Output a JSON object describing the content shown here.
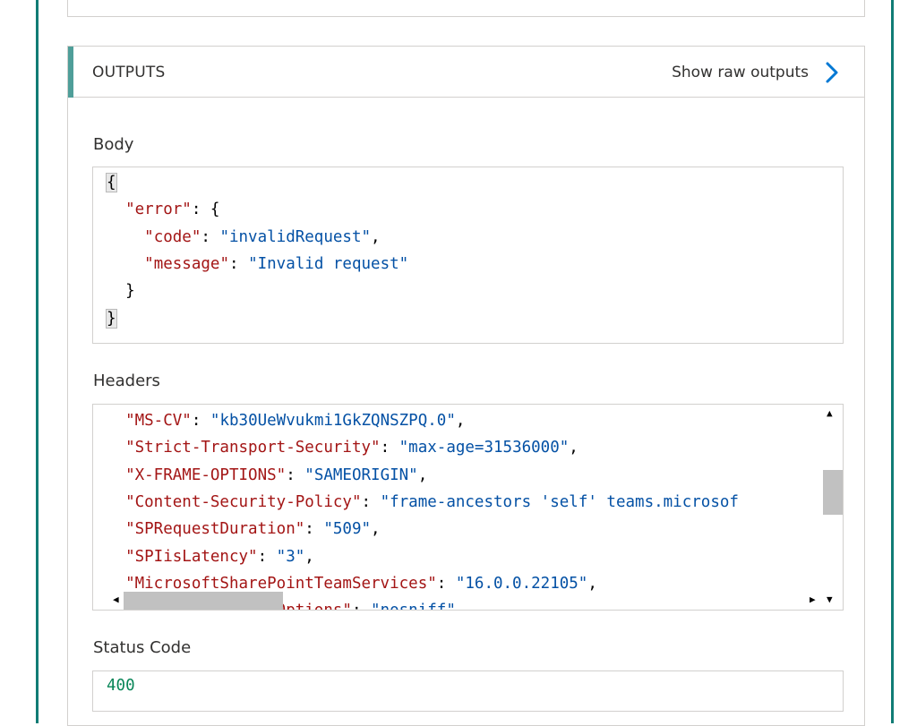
{
  "outputs": {
    "title": "OUTPUTS",
    "raw_link": "Show raw outputs"
  },
  "body_section": {
    "label": "Body",
    "lines": [
      [
        {
          "t": "p",
          "v": "{"
        }
      ],
      [
        {
          "t": "p",
          "v": "  "
        },
        {
          "t": "k",
          "v": "\"error\""
        },
        {
          "t": "p",
          "v": ": {"
        }
      ],
      [
        {
          "t": "p",
          "v": "    "
        },
        {
          "t": "k",
          "v": "\"code\""
        },
        {
          "t": "p",
          "v": ": "
        },
        {
          "t": "s",
          "v": "\"invalidRequest\""
        },
        {
          "t": "p",
          "v": ","
        }
      ],
      [
        {
          "t": "p",
          "v": "    "
        },
        {
          "t": "k",
          "v": "\"message\""
        },
        {
          "t": "p",
          "v": ": "
        },
        {
          "t": "s",
          "v": "\"Invalid request\""
        }
      ],
      [
        {
          "t": "p",
          "v": "  }"
        }
      ],
      [
        {
          "t": "p",
          "v": "}"
        }
      ]
    ]
  },
  "headers_section": {
    "label": "Headers",
    "lines": [
      [
        {
          "t": "p",
          "v": "  "
        },
        {
          "t": "k",
          "v": "\"MS-CV\""
        },
        {
          "t": "p",
          "v": ": "
        },
        {
          "t": "s",
          "v": "\"kb30UeWvukmi1GkZQNSZPQ.0\""
        },
        {
          "t": "p",
          "v": ","
        }
      ],
      [
        {
          "t": "p",
          "v": "  "
        },
        {
          "t": "k",
          "v": "\"Strict-Transport-Security\""
        },
        {
          "t": "p",
          "v": ": "
        },
        {
          "t": "s",
          "v": "\"max-age=31536000\""
        },
        {
          "t": "p",
          "v": ","
        }
      ],
      [
        {
          "t": "p",
          "v": "  "
        },
        {
          "t": "k",
          "v": "\"X-FRAME-OPTIONS\""
        },
        {
          "t": "p",
          "v": ": "
        },
        {
          "t": "s",
          "v": "\"SAMEORIGIN\""
        },
        {
          "t": "p",
          "v": ","
        }
      ],
      [
        {
          "t": "p",
          "v": "  "
        },
        {
          "t": "k",
          "v": "\"Content-Security-Policy\""
        },
        {
          "t": "p",
          "v": ": "
        },
        {
          "t": "s",
          "v": "\"frame-ancestors 'self' teams.microsof"
        }
      ],
      [
        {
          "t": "p",
          "v": "  "
        },
        {
          "t": "k",
          "v": "\"SPRequestDuration\""
        },
        {
          "t": "p",
          "v": ": "
        },
        {
          "t": "s",
          "v": "\"509\""
        },
        {
          "t": "p",
          "v": ","
        }
      ],
      [
        {
          "t": "p",
          "v": "  "
        },
        {
          "t": "k",
          "v": "\"SPIisLatency\""
        },
        {
          "t": "p",
          "v": ": "
        },
        {
          "t": "s",
          "v": "\"3\""
        },
        {
          "t": "p",
          "v": ","
        }
      ],
      [
        {
          "t": "p",
          "v": "  "
        },
        {
          "t": "k",
          "v": "\"MicrosoftSharePointTeamServices\""
        },
        {
          "t": "p",
          "v": ": "
        },
        {
          "t": "s",
          "v": "\"16.0.0.22105\""
        },
        {
          "t": "p",
          "v": ","
        }
      ],
      [
        {
          "t": "p",
          "v": "  "
        },
        {
          "t": "k",
          "v": "\"X-Content-Type-Options\""
        },
        {
          "t": "p",
          "v": ": "
        },
        {
          "t": "s",
          "v": "\"nosniff\""
        }
      ]
    ]
  },
  "status_section": {
    "label": "Status Code",
    "value": "400"
  },
  "icons": {
    "show_raw": "chevron-right-icon",
    "scroll_up": "triangle-up-icon",
    "scroll_down": "triangle-down-icon",
    "scroll_left": "triangle-left-icon",
    "scroll_right": "triangle-right-icon"
  },
  "colors": {
    "frame_border": "#107c75",
    "accent": "#4f9e99",
    "link_chevron": "#0078d4",
    "json_key": "#a31515",
    "json_string": "#0451a5",
    "json_number": "#098658"
  }
}
